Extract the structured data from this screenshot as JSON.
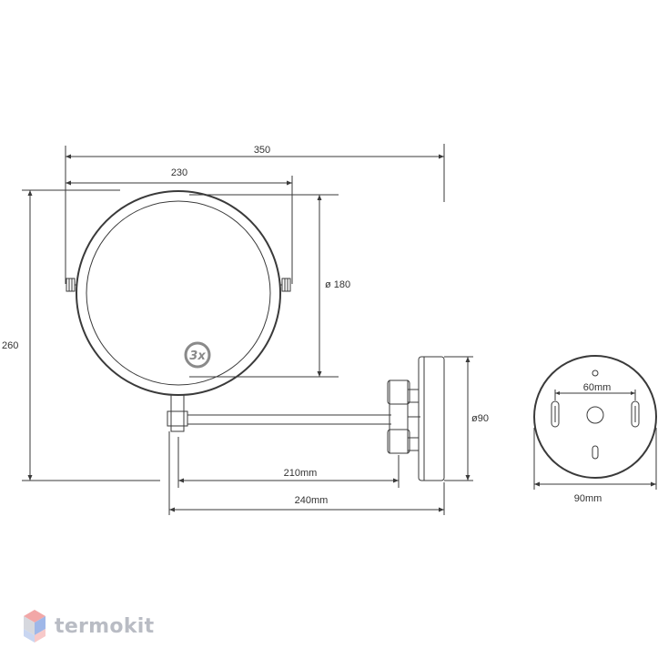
{
  "dimensions": {
    "overall_width": "350",
    "mirror_width": "230",
    "mirror_diameter": "ø 180",
    "height": "260",
    "base_diameter": "ø90",
    "arm_210": "210mm",
    "arm_240": "240mm",
    "mount_hole_spacing": "60mm",
    "mount_diameter": "90mm"
  },
  "magnification_label": "3x",
  "brand": {
    "name": "termokit"
  },
  "colors": {
    "line": "#3a3a3a",
    "logo_text": "#b9bcc4",
    "logo_red": "#f2a7a7",
    "logo_blue": "#9fb7e8",
    "logo_gray": "#d6d8de"
  }
}
